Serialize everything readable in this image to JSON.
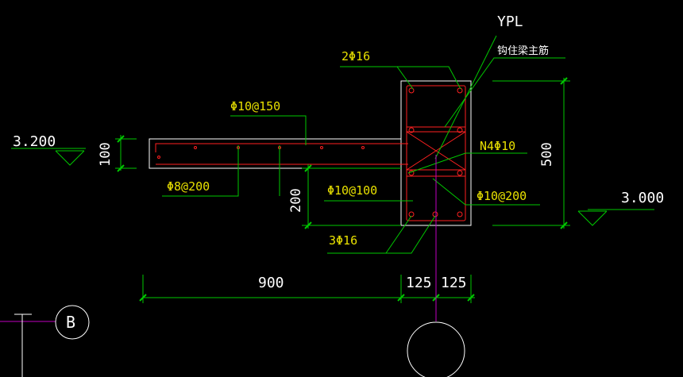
{
  "colors": {
    "background": "#000000",
    "line_green": "#00c800",
    "outline_white": "#ffffff",
    "rebar_red": "#ff2020",
    "text_yellow": "#e8e000",
    "axis_magenta": "#c000c0"
  },
  "labels": {
    "elevation_left": "3.200",
    "elevation_right": "3.000",
    "slab_thickness": "100",
    "slab_top_rebar": "Φ10@150",
    "slab_bottom_rebar": "Φ8@200",
    "drop_height": "200",
    "beam_stirrup": "Φ10@100",
    "beam_top_rebar": "2Φ16",
    "beam_bottom_rebar": "3Φ16",
    "beam_side_rebar": "N4Φ10",
    "beam_tie": "Φ10@200",
    "beam_mark": "YPL",
    "beam_anchor_note": "钩住梁主筋",
    "beam_height": "500",
    "dim_slab_width": "900",
    "dim_half_left": "125",
    "dim_half_right": "125",
    "axis_label": "B"
  }
}
